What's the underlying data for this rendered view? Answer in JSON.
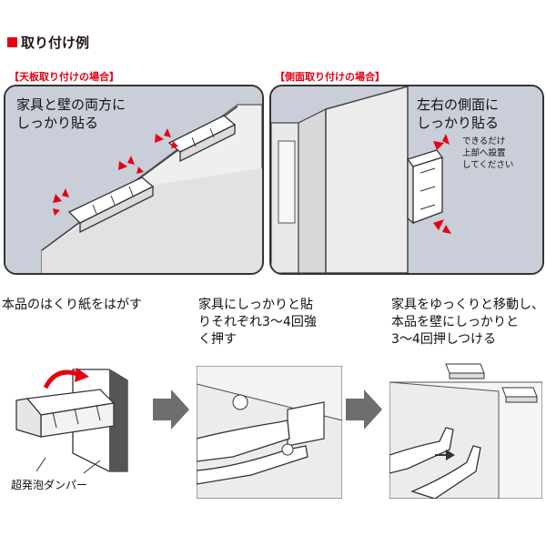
{
  "section_title": "取り付け例",
  "top_left": {
    "label": "【天板取り付けの場合】",
    "text_lines": [
      "家具と壁の両方に",
      "しっかり貼る"
    ]
  },
  "top_right": {
    "label": "【側面取り付けの場合】",
    "text_lines": [
      "左右の側面に",
      "しっかり貼る"
    ],
    "note_lines": [
      "できるだけ",
      "上部へ設置",
      "してください"
    ]
  },
  "steps": [
    {
      "lines": [
        "本品のはくり紙をはがす"
      ]
    },
    {
      "lines": [
        "家具にしっかりと貼",
        "りそれぞれ3～4回強",
        "く押す"
      ]
    },
    {
      "lines": [
        "家具をゆっくりと移動し、",
        "本品を壁にしっかりと",
        "3～4回押しつける"
      ]
    }
  ],
  "step1_caption": "超発泡ダンパー",
  "colors": {
    "accent_red": "#e60012",
    "panel_bg": "#c9ced8",
    "furniture_gray": "#e8e8e8",
    "arrow_gray": "#6e6e6e"
  }
}
